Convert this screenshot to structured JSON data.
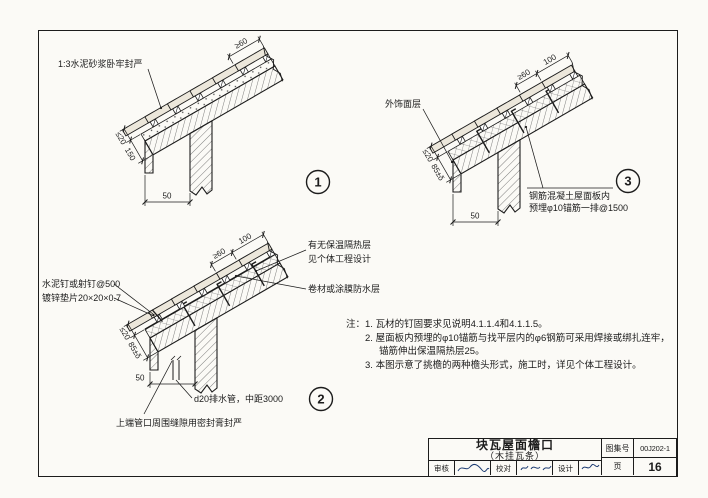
{
  "detail1": {
    "badge": "1",
    "leader_mortar": "1:3水泥砂浆卧牢封严",
    "dim_slope": "≥60",
    "dim_t1": "≤20",
    "dim_t2": "150",
    "dim_overhang": "50"
  },
  "detail2": {
    "badge": "2",
    "dim_slope1": "≥60",
    "dim_slope2": "100",
    "leader_nail": "水泥钉或射钉@500",
    "leader_washer": "镀锌垫片20×20×0.7",
    "leader_insul1": "有无保温隔热层",
    "leader_insul2": "见个体工程设计",
    "leader_membrane": "卷材或涂膜防水层",
    "leader_drain": "d20排水管，中距3000",
    "leader_seal": "上端管口周围缝隙用密封膏封严",
    "dim_t1": "≤20",
    "dim_t2": "85±δ",
    "dim_overhang": "50"
  },
  "detail3": {
    "badge": "3",
    "leader_finish": "外饰面层",
    "dim_slope1": "≥60",
    "dim_slope2": "100",
    "dim_t1": "≤20",
    "dim_t2": "85±δ",
    "dim_overhang": "50",
    "leader_anchor1": "钢筋混凝土屋面板内",
    "leader_anchor2": "预埋φ10锚筋一排@1500"
  },
  "notes": {
    "label": "注：",
    "line1": "1. 瓦材的钉固要求见说明4.1.1.4和4.1.1.5。",
    "line2": "2. 屋面板内预埋的φ10锚筋与找平层内的φ6钢筋可采用焊接或绑扎连牢，",
    "line3": "锚筋伸出保温隔热层25。",
    "line4": "3. 本图示意了挑檐的两种檐头形式，施工时，详见个体工程设计。"
  },
  "titleblock": {
    "title_line1": "块瓦屋面檐口",
    "title_line2": "（木挂瓦条）",
    "atlas_label": "图集号",
    "atlas_no": "00J202-1",
    "page_label": "页",
    "page_no": "16",
    "reviewer_label": "审核",
    "checker_label": "校对",
    "designer_label": "设计"
  }
}
